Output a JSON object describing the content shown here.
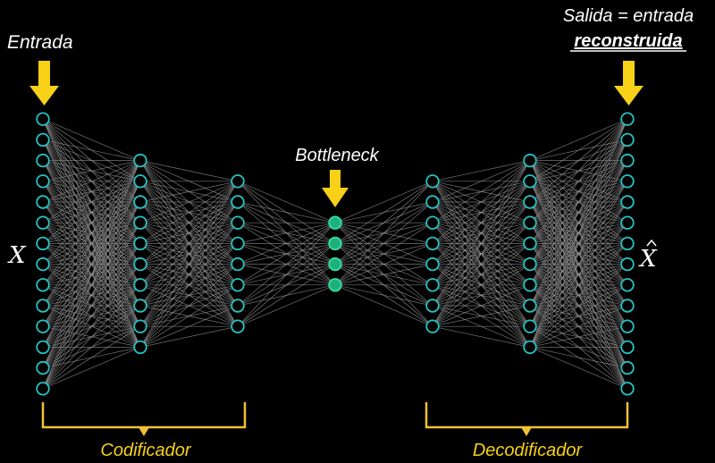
{
  "labels": {
    "input": "Entrada",
    "output_line1": "Salida = entrada",
    "output_line2": "reconstruida",
    "bottleneck": "Bottleneck",
    "x": "X",
    "x_hat": "X",
    "encoder": "Codificador",
    "decoder": "Decodificador"
  },
  "network": {
    "layer_sizes": [
      14,
      10,
      8,
      4,
      8,
      10,
      14
    ],
    "bottleneck_layer": 3
  },
  "colors": {
    "background": "#000000",
    "node_stroke": "#27c3c3",
    "bottleneck_fill": "#1fb07a",
    "bottleneck_stroke": "#35e0a8",
    "edges": "#9a9a9a",
    "arrow": "#f7d117",
    "bracket": "#f1c232",
    "text": "#ffffff",
    "caption": "#f7d117"
  }
}
